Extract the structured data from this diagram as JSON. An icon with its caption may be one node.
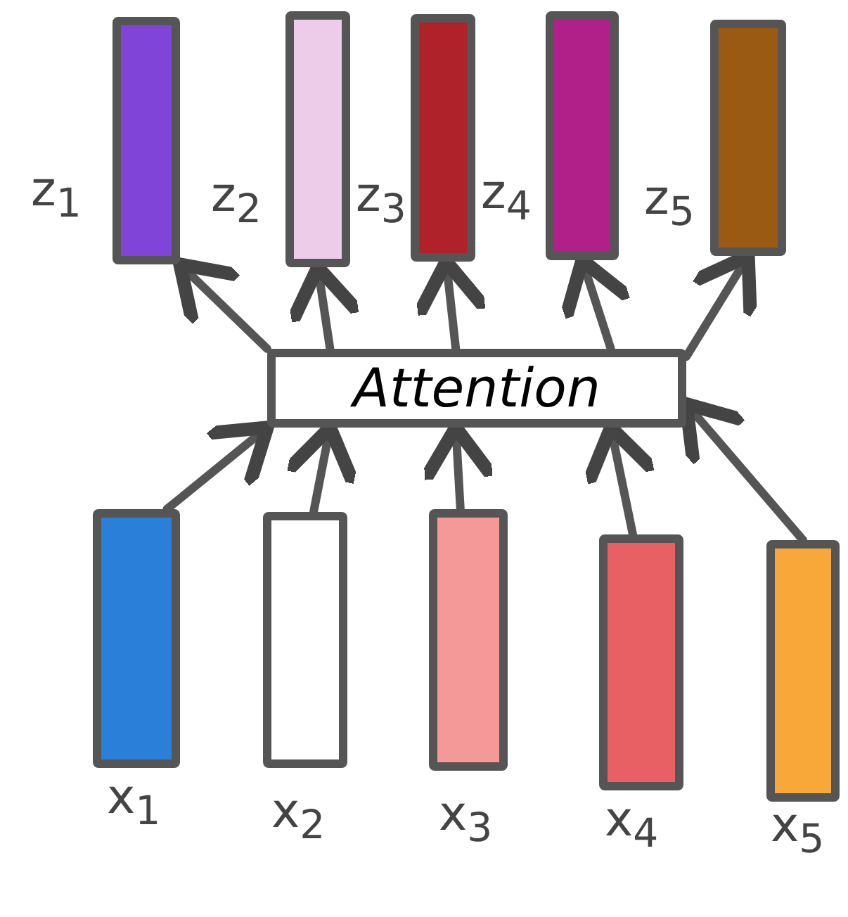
{
  "diagram": {
    "nodes": [
      {
        "text": [],
        "shape": "bar",
        "beside": [
          "z$_{1}$"
        ]
      },
      {
        "text": [],
        "shape": "bar",
        "beside": [
          "z$_{2}$"
        ]
      },
      {
        "text": [],
        "shape": "bar",
        "beside": [
          "z$_{3}$"
        ]
      },
      {
        "text": [],
        "shape": "bar",
        "beside": [
          "z$_{4}$"
        ]
      },
      {
        "text": [],
        "shape": "bar",
        "beside": [
          "z$_{5}$"
        ]
      },
      {
        "text": [
          "Attention"
        ]
      },
      {
        "text": [],
        "shape": "bar",
        "beside": [
          "x$_{1}$"
        ]
      },
      {
        "text": [],
        "shape": "bar",
        "beside": [
          "x$_{2}$"
        ]
      },
      {
        "text": [],
        "shape": "bar",
        "beside": [
          "x$_{3}$"
        ]
      },
      {
        "text": [],
        "shape": "bar",
        "beside": [
          "x$_{4}$"
        ]
      },
      {
        "text": [],
        "shape": "bar",
        "beside": [
          "x$_{5}$"
        ]
      }
    ],
    "edges": [
      {
        "from": 6,
        "to": 5,
        "arrow": "to"
      },
      {
        "from": 7,
        "to": 5,
        "arrow": "to"
      },
      {
        "from": 8,
        "to": 5,
        "arrow": "to"
      },
      {
        "from": 9,
        "to": 5,
        "arrow": "to"
      },
      {
        "from": 10,
        "to": 5,
        "arrow": "to"
      },
      {
        "from": 5,
        "to": 0,
        "arrow": "to"
      },
      {
        "from": 5,
        "to": 1,
        "arrow": "to"
      },
      {
        "from": 5,
        "to": 2,
        "arrow": "to"
      },
      {
        "from": 5,
        "to": 3,
        "arrow": "to"
      },
      {
        "from": 5,
        "to": 4,
        "arrow": "to"
      }
    ]
  }
}
